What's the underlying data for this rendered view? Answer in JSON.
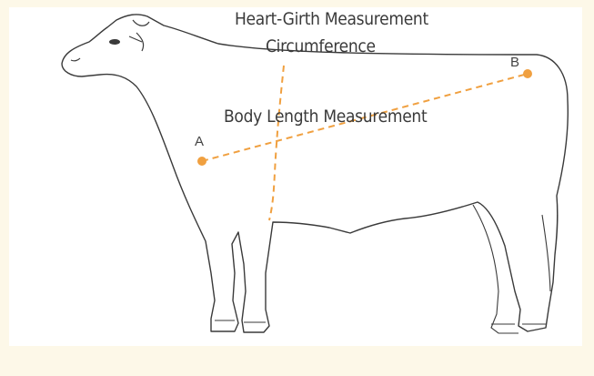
{
  "diagram": {
    "labels": {
      "heart_girth": "Heart-Girth Measurement",
      "circumference": "Circumference",
      "body_length": "Body Length Measurement",
      "point_a": "A",
      "point_b": "B"
    },
    "colors": {
      "background": "#fdf8e8",
      "outline": "#3a3a3a",
      "measurement": "#f0a040",
      "text": "#3a3a3a"
    }
  }
}
